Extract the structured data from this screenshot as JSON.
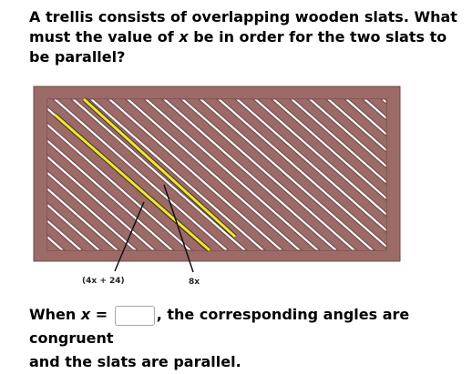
{
  "question": {
    "part1": "A trellis consists of overlapping wooden slats. What must the value of ",
    "var": "x",
    "part2": " be in order for the two slats to be parallel?"
  },
  "figure": {
    "label_left": "(4x + 24)",
    "label_right": "8x",
    "frame_color": "#9c6a67",
    "highlight_color": "#f2e23d"
  },
  "answer": {
    "prefix": "When ",
    "var": "x",
    "equals": " = ",
    "input_value": "",
    "suffix": ", the corresponding angles are congruent",
    "line2": "and the slats are parallel."
  }
}
